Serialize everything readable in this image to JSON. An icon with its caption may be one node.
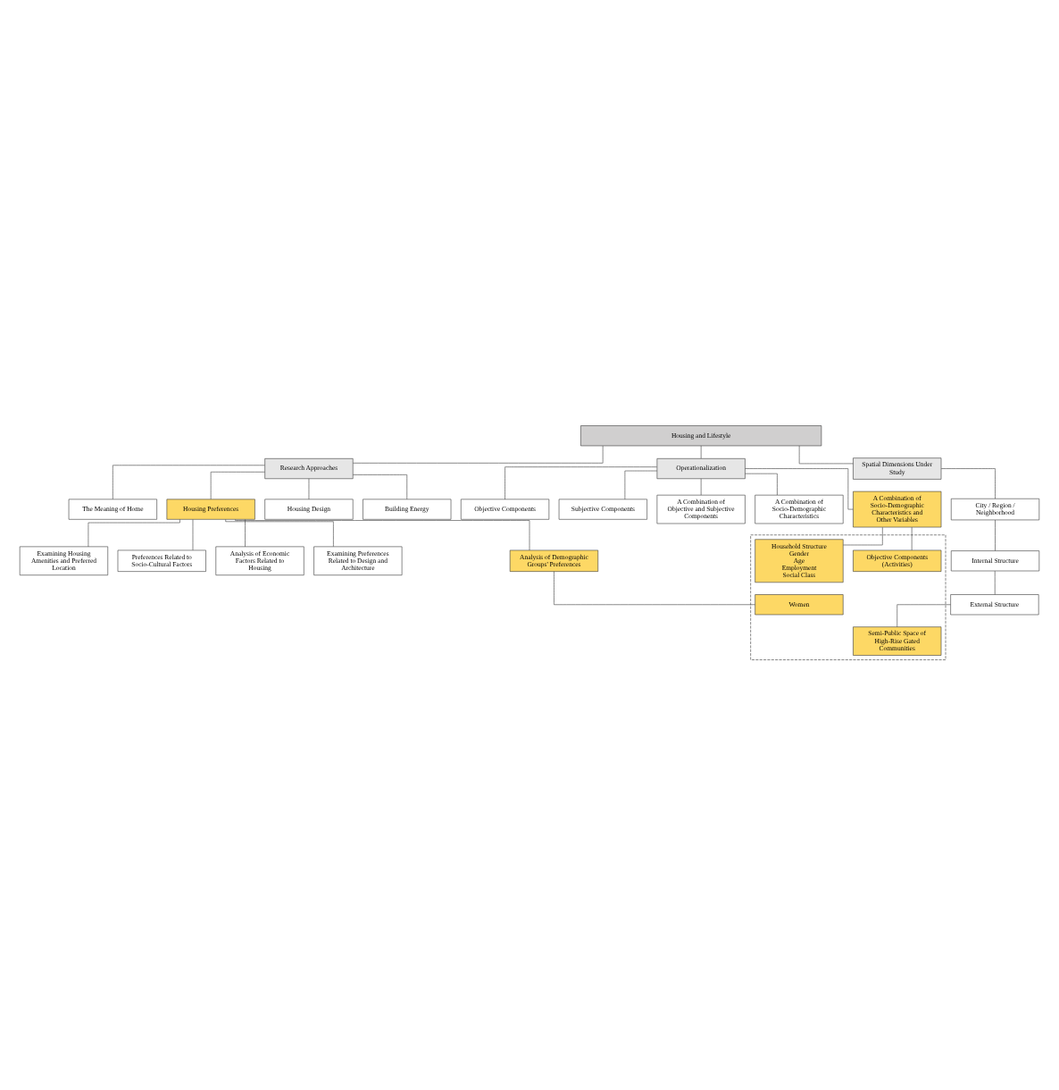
{
  "diagram": {
    "nodes": [
      {
        "text": [
          "Housing and Lifestyle"
        ]
      },
      {
        "text": [
          "Research Approaches"
        ]
      },
      {
        "text": [
          "Operationalization"
        ]
      },
      {
        "text": [
          "Spatial Dimensions Under Study"
        ]
      },
      {
        "text": [
          "The Meaning of Home"
        ]
      },
      {
        "text": [
          "Housing Preferences"
        ]
      },
      {
        "text": [
          "Housing Design"
        ]
      },
      {
        "text": [
          "Building Energy"
        ]
      },
      {
        "text": [
          "Objective Components"
        ]
      },
      {
        "text": [
          "Subjective Components"
        ]
      },
      {
        "text": [
          "A Combination of Objective and Subjective Components"
        ]
      },
      {
        "text": [
          "A Combination of Socio-Demographic Characteristics"
        ]
      },
      {
        "text": [
          "A Combination of Socio-Demographic Characteristics and Other Variables"
        ]
      },
      {
        "text": [
          "City / Region / Neighborhood"
        ]
      },
      {
        "text": [
          "Internal Structure"
        ]
      },
      {
        "text": [
          "External Structure"
        ]
      },
      {
        "text": [],
        "shape": "box"
      },
      {
        "text": [
          "Semi-Public Space of High-Rise Gated Communities"
        ],
        "in": 16
      },
      {
        "text": [
          "Objective Components (Activities)"
        ],
        "in": 16
      },
      {
        "text": [
          "Household Structure",
          "Gender",
          "Age",
          "Employment",
          "Social Class"
        ],
        "in": 16
      },
      {
        "text": [
          "Women"
        ],
        "in": 16
      },
      {
        "text": [
          "Examining Housing Amenities and Preferred Location"
        ]
      },
      {
        "text": [
          "Preferences Related to Socio-Cultural Factors"
        ]
      },
      {
        "text": [
          "Analysis of Economic Factors Related to Housing"
        ]
      },
      {
        "text": [
          "Examining Preferences Related to Design and Architecture"
        ]
      },
      {
        "text": [
          "Analysis of Demographic Groups' Preferences"
        ]
      }
    ],
    "edges": [
      {
        "from": 0,
        "to": 1,
        "arrow": "none"
      },
      {
        "from": 0,
        "to": 2,
        "arrow": "none"
      },
      {
        "from": 0,
        "to": 3,
        "arrow": "none"
      },
      {
        "from": 1,
        "to": 4,
        "arrow": "none"
      },
      {
        "from": 1,
        "to": 5,
        "arrow": "none"
      },
      {
        "from": 1,
        "to": 6,
        "arrow": "none"
      },
      {
        "from": 1,
        "to": 7,
        "arrow": "none"
      },
      {
        "from": 2,
        "to": 8,
        "arrow": "none"
      },
      {
        "from": 2,
        "to": 9,
        "arrow": "none"
      },
      {
        "from": 2,
        "to": 10,
        "arrow": "none"
      },
      {
        "from": 2,
        "to": 11,
        "arrow": "none"
      },
      {
        "from": 2,
        "to": 12,
        "arrow": "none"
      },
      {
        "from": 3,
        "to": 13,
        "arrow": "none"
      },
      {
        "from": 13,
        "to": 14,
        "arrow": "none"
      },
      {
        "from": 14,
        "to": 15,
        "arrow": "none"
      },
      {
        "from": 15,
        "to": 17,
        "arrow": "none"
      },
      {
        "from": 5,
        "to": 21,
        "arrow": "none"
      },
      {
        "from": 5,
        "to": 22,
        "arrow": "none"
      },
      {
        "from": 5,
        "to": 23,
        "arrow": "none"
      },
      {
        "from": 5,
        "to": 24,
        "arrow": "none"
      },
      {
        "from": 5,
        "to": 25,
        "arrow": "none"
      },
      {
        "from": 12,
        "to": 18,
        "arrow": "none"
      },
      {
        "from": 12,
        "to": 19,
        "arrow": "none"
      },
      {
        "from": 25,
        "to": 20,
        "arrow": "none"
      }
    ]
  }
}
